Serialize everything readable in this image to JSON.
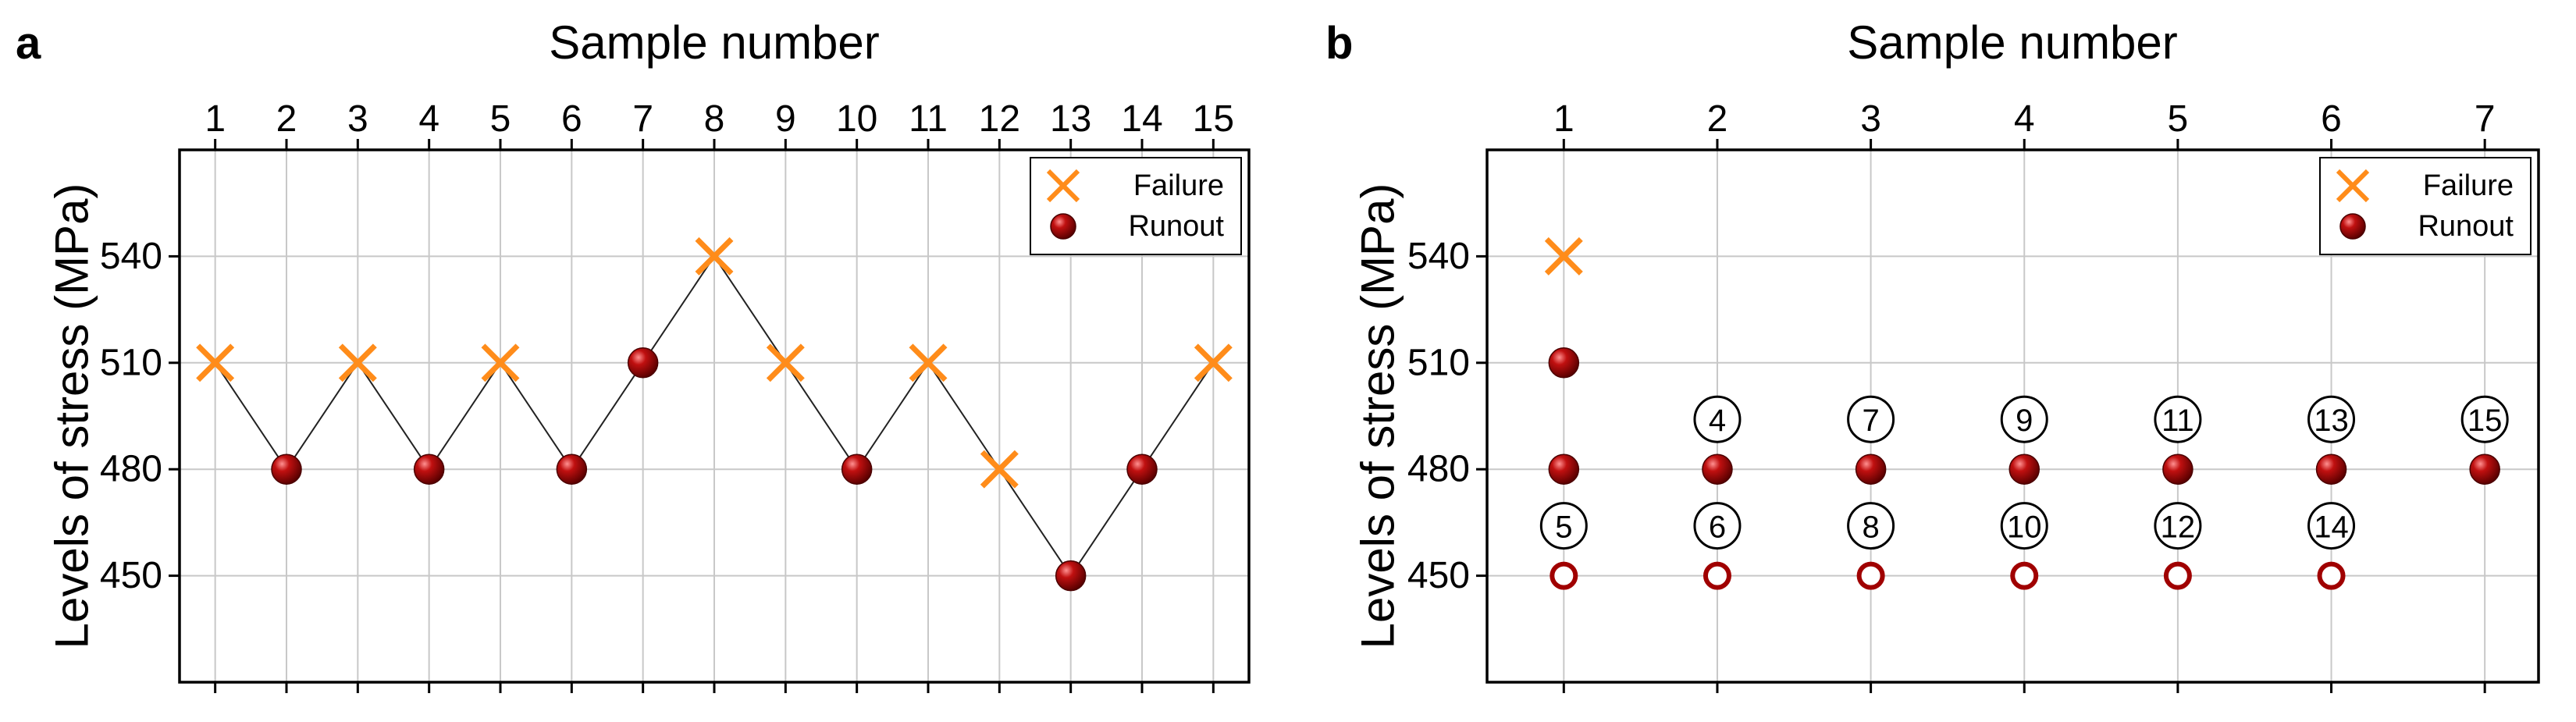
{
  "panels": [
    {
      "panel_label": "a",
      "chart_data": {
        "type": "scatter",
        "title": "",
        "xlabel": "Sample number",
        "ylabel": "Levels of stress (MPa)",
        "x_ticks": [
          1,
          2,
          3,
          4,
          5,
          6,
          7,
          8,
          9,
          10,
          11,
          12,
          13,
          14,
          15
        ],
        "y_ticks": [
          450,
          480,
          510,
          540
        ],
        "xlim": [
          0.5,
          15.5
        ],
        "ylim": [
          420,
          570
        ],
        "grid": true,
        "connect_points": true,
        "legend_position": "top-right",
        "series": [
          {
            "name": "Failure",
            "marker": "x",
            "color": "#FF8C1A",
            "x": [
              1,
              3,
              5,
              8,
              9,
              11,
              12,
              15
            ],
            "y": [
              510,
              510,
              510,
              540,
              510,
              510,
              480,
              510
            ]
          },
          {
            "name": "Runout",
            "marker": "sphere",
            "color": "#A00000",
            "x": [
              2,
              4,
              6,
              7,
              10,
              13,
              14
            ],
            "y": [
              480,
              480,
              480,
              510,
              480,
              450,
              480
            ]
          }
        ],
        "sequence_y": [
          510,
          480,
          510,
          480,
          510,
          480,
          510,
          540,
          510,
          480,
          510,
          480,
          450,
          480,
          510
        ]
      }
    },
    {
      "panel_label": "b",
      "chart_data": {
        "type": "scatter",
        "title": "",
        "xlabel": "Sample number",
        "ylabel": "Levels of stress (MPa)",
        "x_ticks": [
          1,
          2,
          3,
          4,
          5,
          6,
          7
        ],
        "y_ticks": [
          450,
          480,
          510,
          540
        ],
        "xlim": [
          0.5,
          7.35
        ],
        "ylim": [
          420,
          570
        ],
        "grid": true,
        "connect_points": false,
        "legend_position": "top-right",
        "series": [
          {
            "name": "Failure",
            "marker": "x",
            "color": "#FF8C1A",
            "x": [
              1
            ],
            "y": [
              540
            ]
          },
          {
            "name": "Runout",
            "marker": "sphere",
            "color": "#A00000",
            "x": [
              1,
              1,
              2,
              3,
              4,
              5,
              6,
              7
            ],
            "y": [
              510,
              480,
              480,
              480,
              480,
              480,
              480,
              480
            ]
          },
          {
            "name": "",
            "marker": "open-circle",
            "color": "#A00000",
            "x": [
              1,
              2,
              3,
              4,
              5,
              6
            ],
            "y": [
              450,
              450,
              450,
              450,
              450,
              450
            ]
          }
        ],
        "annotations": [
          {
            "x": 2,
            "y": 480,
            "text": "④"
          },
          {
            "x": 3,
            "y": 480,
            "text": "⑦"
          },
          {
            "x": 4,
            "y": 480,
            "text": "⑨"
          },
          {
            "x": 5,
            "y": 480,
            "text": "⑪"
          },
          {
            "x": 6,
            "y": 480,
            "text": "⑬"
          },
          {
            "x": 7,
            "y": 480,
            "text": "⑮"
          },
          {
            "x": 1,
            "y": 450,
            "text": "⑤"
          },
          {
            "x": 2,
            "y": 450,
            "text": "⑥"
          },
          {
            "x": 3,
            "y": 450,
            "text": "⑧"
          },
          {
            "x": 4,
            "y": 450,
            "text": "⑩"
          },
          {
            "x": 5,
            "y": 450,
            "text": "⑫"
          },
          {
            "x": 6,
            "y": 450,
            "text": "⑭"
          }
        ]
      }
    }
  ]
}
